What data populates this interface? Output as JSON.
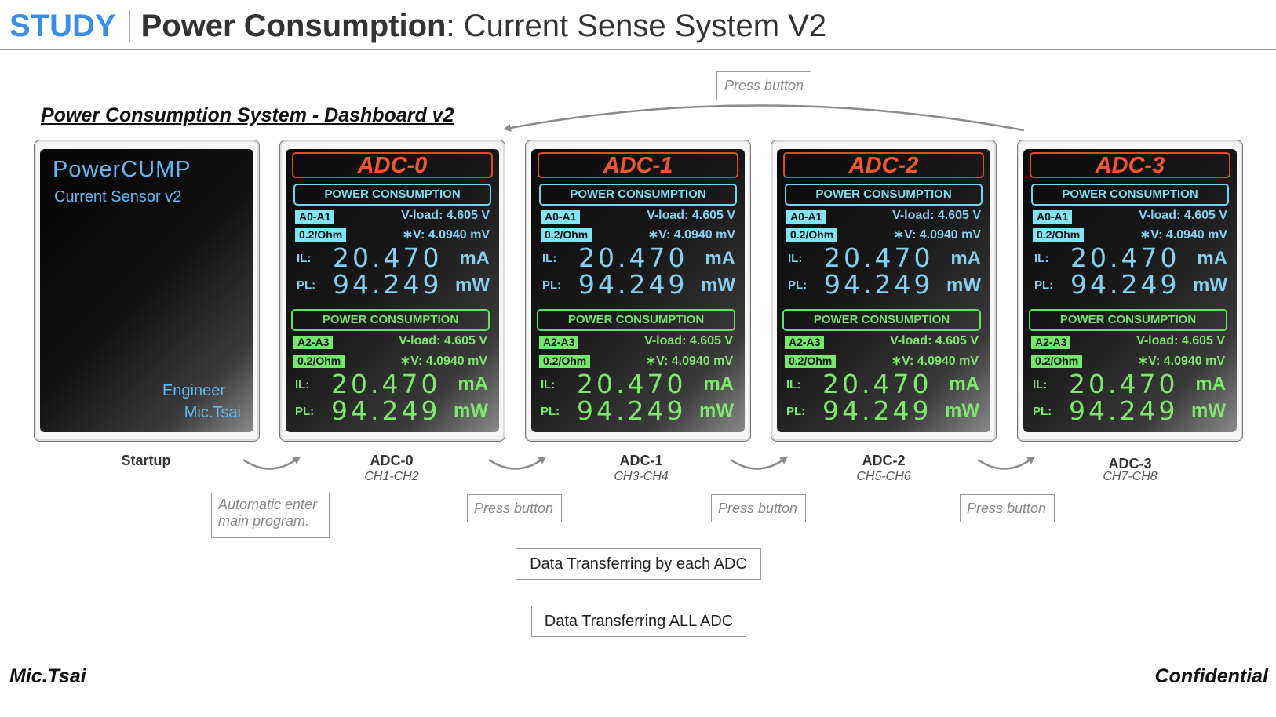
{
  "header": {
    "study": "STUDY",
    "title_bold": "Power Consumption",
    "title_rest": ": Current Sense System V2"
  },
  "subtitle": "Power Consumption System -  Dashboard v2",
  "top_note": "Press button",
  "startup": {
    "title": "PowerCUMP",
    "subtitle": "Current Sensor v2",
    "engineer_label": "Engineer",
    "engineer_name": "Mic.Tsai",
    "caption": "Startup",
    "note_line1": "Automatic enter",
    "note_line2": "main program."
  },
  "adcs": [
    {
      "title": "ADC-0",
      "caption": "ADC-0",
      "channels": "CH1-CH2",
      "note": "Press button",
      "top": {
        "header": "POWER CONSUMPTION",
        "pins": "A0-A1",
        "shunt": "0.2/Ohm",
        "vload": "V-load:  4.605 V",
        "dv": "∗V:  4.0940 mV",
        "il_label": "IL:",
        "il": "20.470",
        "il_unit": "mA",
        "pl_label": "PL:",
        "pl": "94.249",
        "pl_unit": "mW"
      },
      "bottom": {
        "header": "POWER CONSUMPTION",
        "pins": "A2-A3",
        "shunt": "0.2/Ohm",
        "vload": "V-load:  4.605 V",
        "dv": "∗V:  4.0940 mV",
        "il_label": "IL:",
        "il": "20.470",
        "il_unit": "mA",
        "pl_label": "PL:",
        "pl": "94.249",
        "pl_unit": "mW"
      }
    },
    {
      "title": "ADC-1",
      "caption": "ADC-1",
      "channels": "CH3-CH4",
      "note": "Press button",
      "top": {
        "header": "POWER CONSUMPTION",
        "pins": "A0-A1",
        "shunt": "0.2/Ohm",
        "vload": "V-load:  4.605 V",
        "dv": "∗V:  4.0940 mV",
        "il_label": "IL:",
        "il": "20.470",
        "il_unit": "mA",
        "pl_label": "PL:",
        "pl": "94.249",
        "pl_unit": "mW"
      },
      "bottom": {
        "header": "POWER CONSUMPTION",
        "pins": "A2-A3",
        "shunt": "0.2/Ohm",
        "vload": "V-load:  4.605 V",
        "dv": "∗V:  4.0940 mV",
        "il_label": "IL:",
        "il": "20.470",
        "il_unit": "mA",
        "pl_label": "PL:",
        "pl": "94.249",
        "pl_unit": "mW"
      }
    },
    {
      "title": "ADC-2",
      "caption": "ADC-2",
      "channels": "CH5-CH6",
      "note": "Press button",
      "top": {
        "header": "POWER CONSUMPTION",
        "pins": "A0-A1",
        "shunt": "0.2/Ohm",
        "vload": "V-load:  4.605 V",
        "dv": "∗V:  4.0940 mV",
        "il_label": "IL:",
        "il": "20.470",
        "il_unit": "mA",
        "pl_label": "PL:",
        "pl": "94.249",
        "pl_unit": "mW"
      },
      "bottom": {
        "header": "POWER CONSUMPTION",
        "pins": "A2-A3",
        "shunt": "0.2/Ohm",
        "vload": "V-load:  4.605 V",
        "dv": "∗V:  4.0940 mV",
        "il_label": "IL:",
        "il": "20.470",
        "il_unit": "mA",
        "pl_label": "PL:",
        "pl": "94.249",
        "pl_unit": "mW"
      }
    },
    {
      "title": "ADC-3",
      "caption": "ADC-3",
      "channels": "CH7-CH8",
      "top": {
        "header": "POWER CONSUMPTION",
        "pins": "A0-A1",
        "shunt": "0.2/Ohm",
        "vload": "V-load:  4.605 V",
        "dv": "∗V:  4.0940 mV",
        "il_label": "IL:",
        "il": "20.470",
        "il_unit": "mA",
        "pl_label": "PL:",
        "pl": "94.249",
        "pl_unit": "mW"
      },
      "bottom": {
        "header": "POWER CONSUMPTION",
        "pins": "A2-A3",
        "shunt": "0.2/Ohm",
        "vload": "V-load:  4.605 V",
        "dv": "∗V:  4.0940 mV",
        "il_label": "IL:",
        "il": "20.470",
        "il_unit": "mA",
        "pl_label": "PL:",
        "pl": "94.249",
        "pl_unit": "mW"
      }
    }
  ],
  "legend": {
    "each_adc": "Data Transferring by each ADC",
    "all_adc": "Data Transferring ALL ADC"
  },
  "footer": {
    "author": "Mic.Tsai",
    "confidential": "Confidential"
  },
  "colors": {
    "study_blue": "#3a8ee6",
    "adc_title_red": "#f0572f",
    "display_blue": "#85d0ee",
    "display_green": "#7ee86c"
  }
}
